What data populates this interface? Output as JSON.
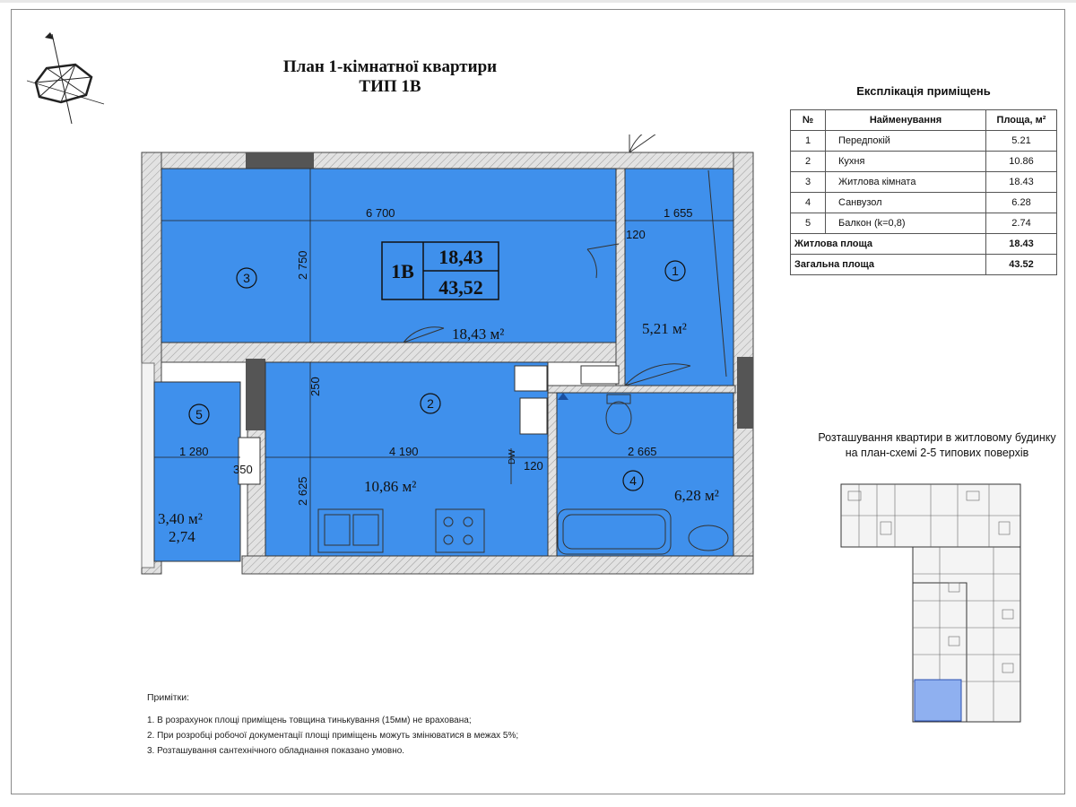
{
  "title": {
    "line1": "План 1-кімнатної квартири",
    "line2": "ТИП 1В"
  },
  "plan": {
    "type_code": "1В",
    "living_area": "18,43",
    "total_area": "43,52",
    "rooms": [
      {
        "num": "1",
        "area_label": "5,21 м²"
      },
      {
        "num": "2",
        "area_label": "10,86 м²"
      },
      {
        "num": "3",
        "area_label": "18,43 м²"
      },
      {
        "num": "4",
        "area_label": "6,28 м²"
      },
      {
        "num": "5",
        "area_label": "3,40 м²",
        "area_label2": "2,74"
      }
    ],
    "dimensions": {
      "d6700": "6 700",
      "d1655": "1 655",
      "d2750": "2 750",
      "d120a": "120",
      "d250": "250",
      "d1280": "1 280",
      "d4190": "4 190",
      "d2665": "2 665",
      "d350": "350",
      "d2625": "2 625",
      "d120b": "120"
    },
    "dw_label": "DW"
  },
  "explication": {
    "title": "Експлікація приміщень",
    "headers": [
      "№",
      "Найменування",
      "Площа, м²"
    ],
    "rows": [
      [
        "1",
        "Передпокій",
        "5.21"
      ],
      [
        "2",
        "Кухня",
        "10.86"
      ],
      [
        "3",
        "Житлова кімната",
        "18.43"
      ],
      [
        "4",
        "Санвузол",
        "6.28"
      ],
      [
        "5",
        "Балкон (k=0,8)",
        "2.74"
      ]
    ],
    "living_label": "Житлова площа",
    "living_value": "18.43",
    "total_label": "Загальна площа",
    "total_value": "43.52"
  },
  "location": {
    "caption_line1": "Розташування квартири в житловому будинку",
    "caption_line2": "на план-схемі 2-5 типових поверхів"
  },
  "notes": {
    "heading": "Примітки:",
    "items": [
      "1. В розрахунок площі приміщень товщина тинькування (15мм) не врахована;",
      "2. При розробці робочої документації площі приміщень можуть змінюватися в межах 5%;",
      "3. Розташування сантехнічного обладнання показано умовно."
    ]
  },
  "colors": {
    "room_fill": "#3f90ec",
    "wall_fill": "#d8d8d8",
    "wall_stroke": "#444444",
    "dark_block": "#555555"
  }
}
